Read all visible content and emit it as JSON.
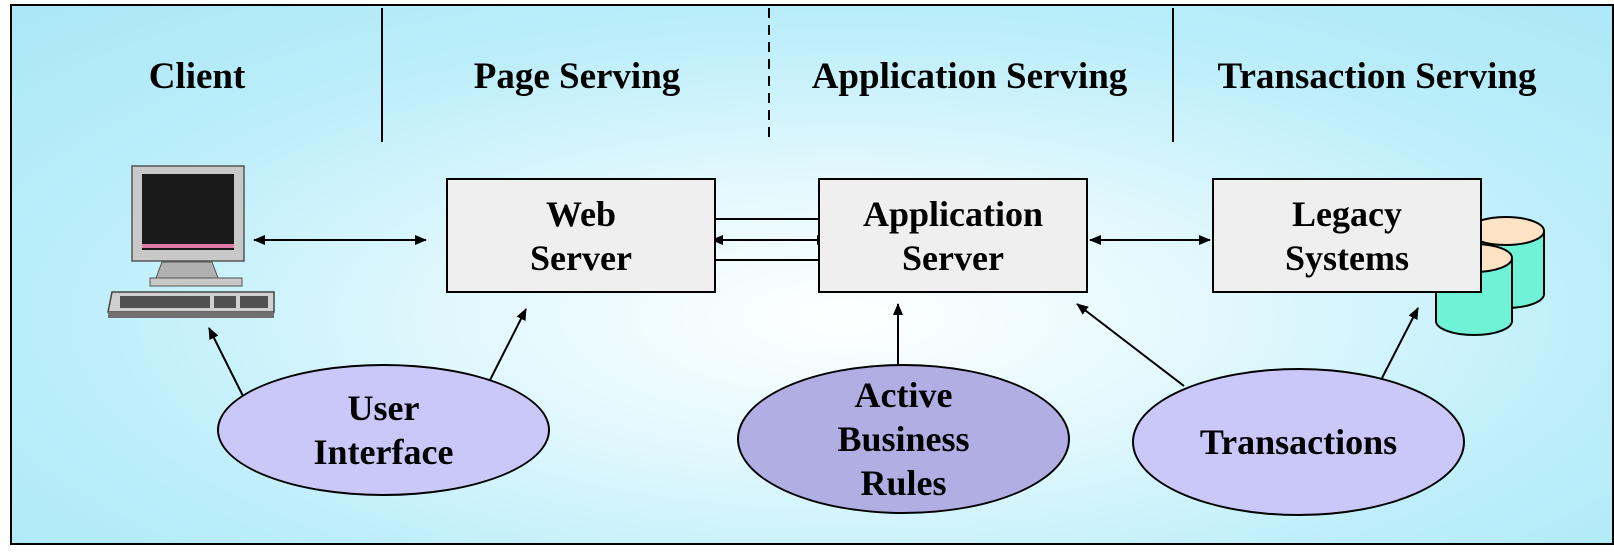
{
  "headers": {
    "client": "Client",
    "page_serving": "Page Serving",
    "application_serving": "Application Serving",
    "transaction_serving": "Transaction Serving"
  },
  "boxes": {
    "web_server": "Web\nServer",
    "application_server": "Application\nServer",
    "legacy_systems": "Legacy\nSystems"
  },
  "ovals": {
    "user_interface": "User\nInterface",
    "active_business_rules": "Active\nBusiness\nRules",
    "transactions": "Transactions"
  },
  "colors": {
    "background": "#bdeefa",
    "box_fill": "#efefef",
    "oval_fill": "#c9c8f8",
    "oval_dark_fill": "#b0aee3",
    "database_top": "#fde3c4",
    "database_side": "#6ff2d6"
  }
}
